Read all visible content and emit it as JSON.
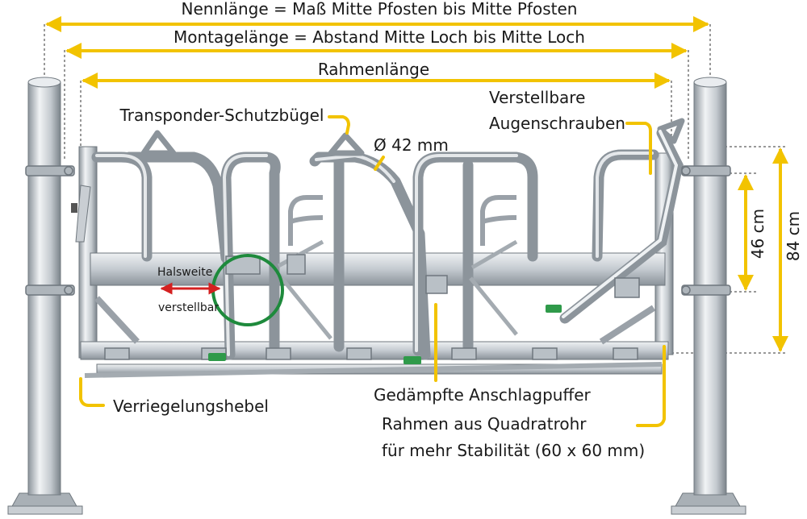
{
  "dimensions": {
    "nominal_length": "Nennlänge = Maß Mitte Pfosten bis Mitte Pfosten",
    "mounting_length": "Montagelänge = Abstand Mitte Loch bis Mitte Loch",
    "frame_length": "Rahmenlänge",
    "height_small": "46 cm",
    "height_large": "84 cm",
    "tube_diameter": "Ø 42 mm"
  },
  "labels": {
    "transponder_guard": "Transponder-Schutzbügel",
    "eye_bolts_line1": "Verstellbare",
    "eye_bolts_line2": "Augenschrauben",
    "neck_width_line1": "Halsweite",
    "neck_width_line2": "verstellbar",
    "locking_lever": "Verriegelungshebel",
    "damped_buffer": "Gedämpfte Anschlagpuffer",
    "frame_line1": "Rahmen aus Quadratrohr",
    "frame_line2": "für mehr Stabilität (60 x 60 mm)"
  },
  "colors": {
    "annotation": "#f2c300",
    "steel_light": "#e4e8ec",
    "steel_mid": "#b8bfc6",
    "steel_dark": "#7d858d",
    "highlight_circle": "#1e8a3c",
    "neck_arrow": "#d42020",
    "buffer": "#2f9a4a"
  }
}
